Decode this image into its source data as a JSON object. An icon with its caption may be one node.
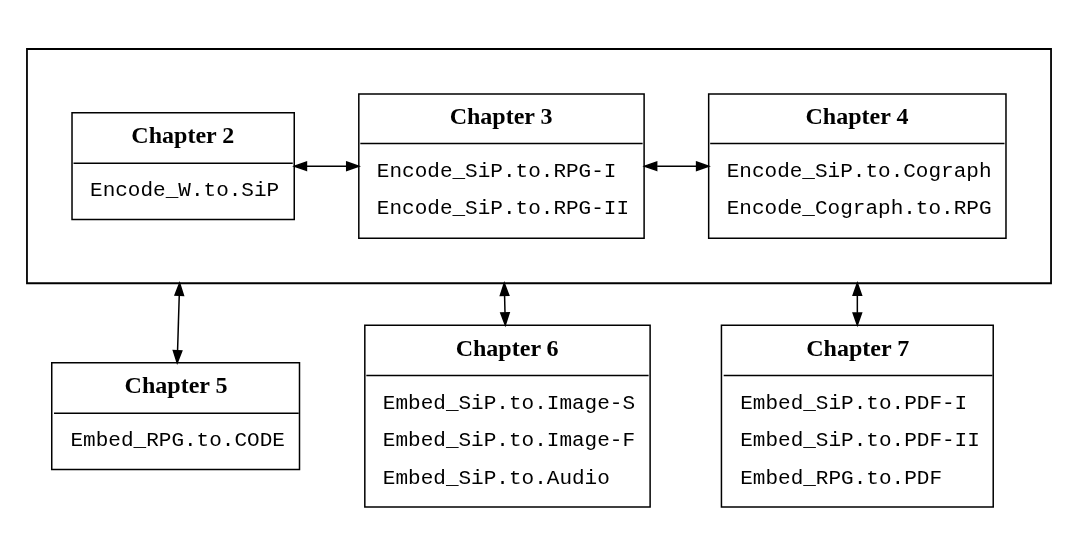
{
  "diagram": {
    "nodes": [
      {
        "text": [],
        "shape": "box"
      },
      {
        "text": [
          "Chapter 2",
          "Encode_W.to.SiP"
        ],
        "in": 0
      },
      {
        "text": [
          "Chapter 3",
          "Encode_SiP.to.RPG-I",
          "Encode_SiP.to.RPG-II"
        ],
        "in": 0
      },
      {
        "text": [
          "Chapter 4",
          "Encode_SiP.to.Cograph",
          "Encode_Cograph.to.RPG"
        ],
        "in": 0
      },
      {
        "text": [
          "Chapter 5",
          "Embed_RPG.to.CODE"
        ]
      },
      {
        "text": [
          "Chapter 6",
          "Embed_SiP.to.Image-S",
          "Embed_SiP.to.Image-F",
          "Embed_SiP.to.Audio"
        ]
      },
      {
        "text": [
          "Chapter 7",
          "Embed_SiP.to.PDF-I",
          "Embed_SiP.to.PDF-II",
          "Embed_RPG.to.PDF"
        ]
      }
    ],
    "edges": [
      {
        "from": 1,
        "to": 2,
        "arrow": "both"
      },
      {
        "from": 2,
        "to": 3,
        "arrow": "both"
      },
      {
        "from": 0,
        "to": 4,
        "arrow": "both"
      },
      {
        "from": 0,
        "to": 5,
        "arrow": "both"
      },
      {
        "from": 0,
        "to": 6,
        "arrow": "both"
      }
    ]
  }
}
